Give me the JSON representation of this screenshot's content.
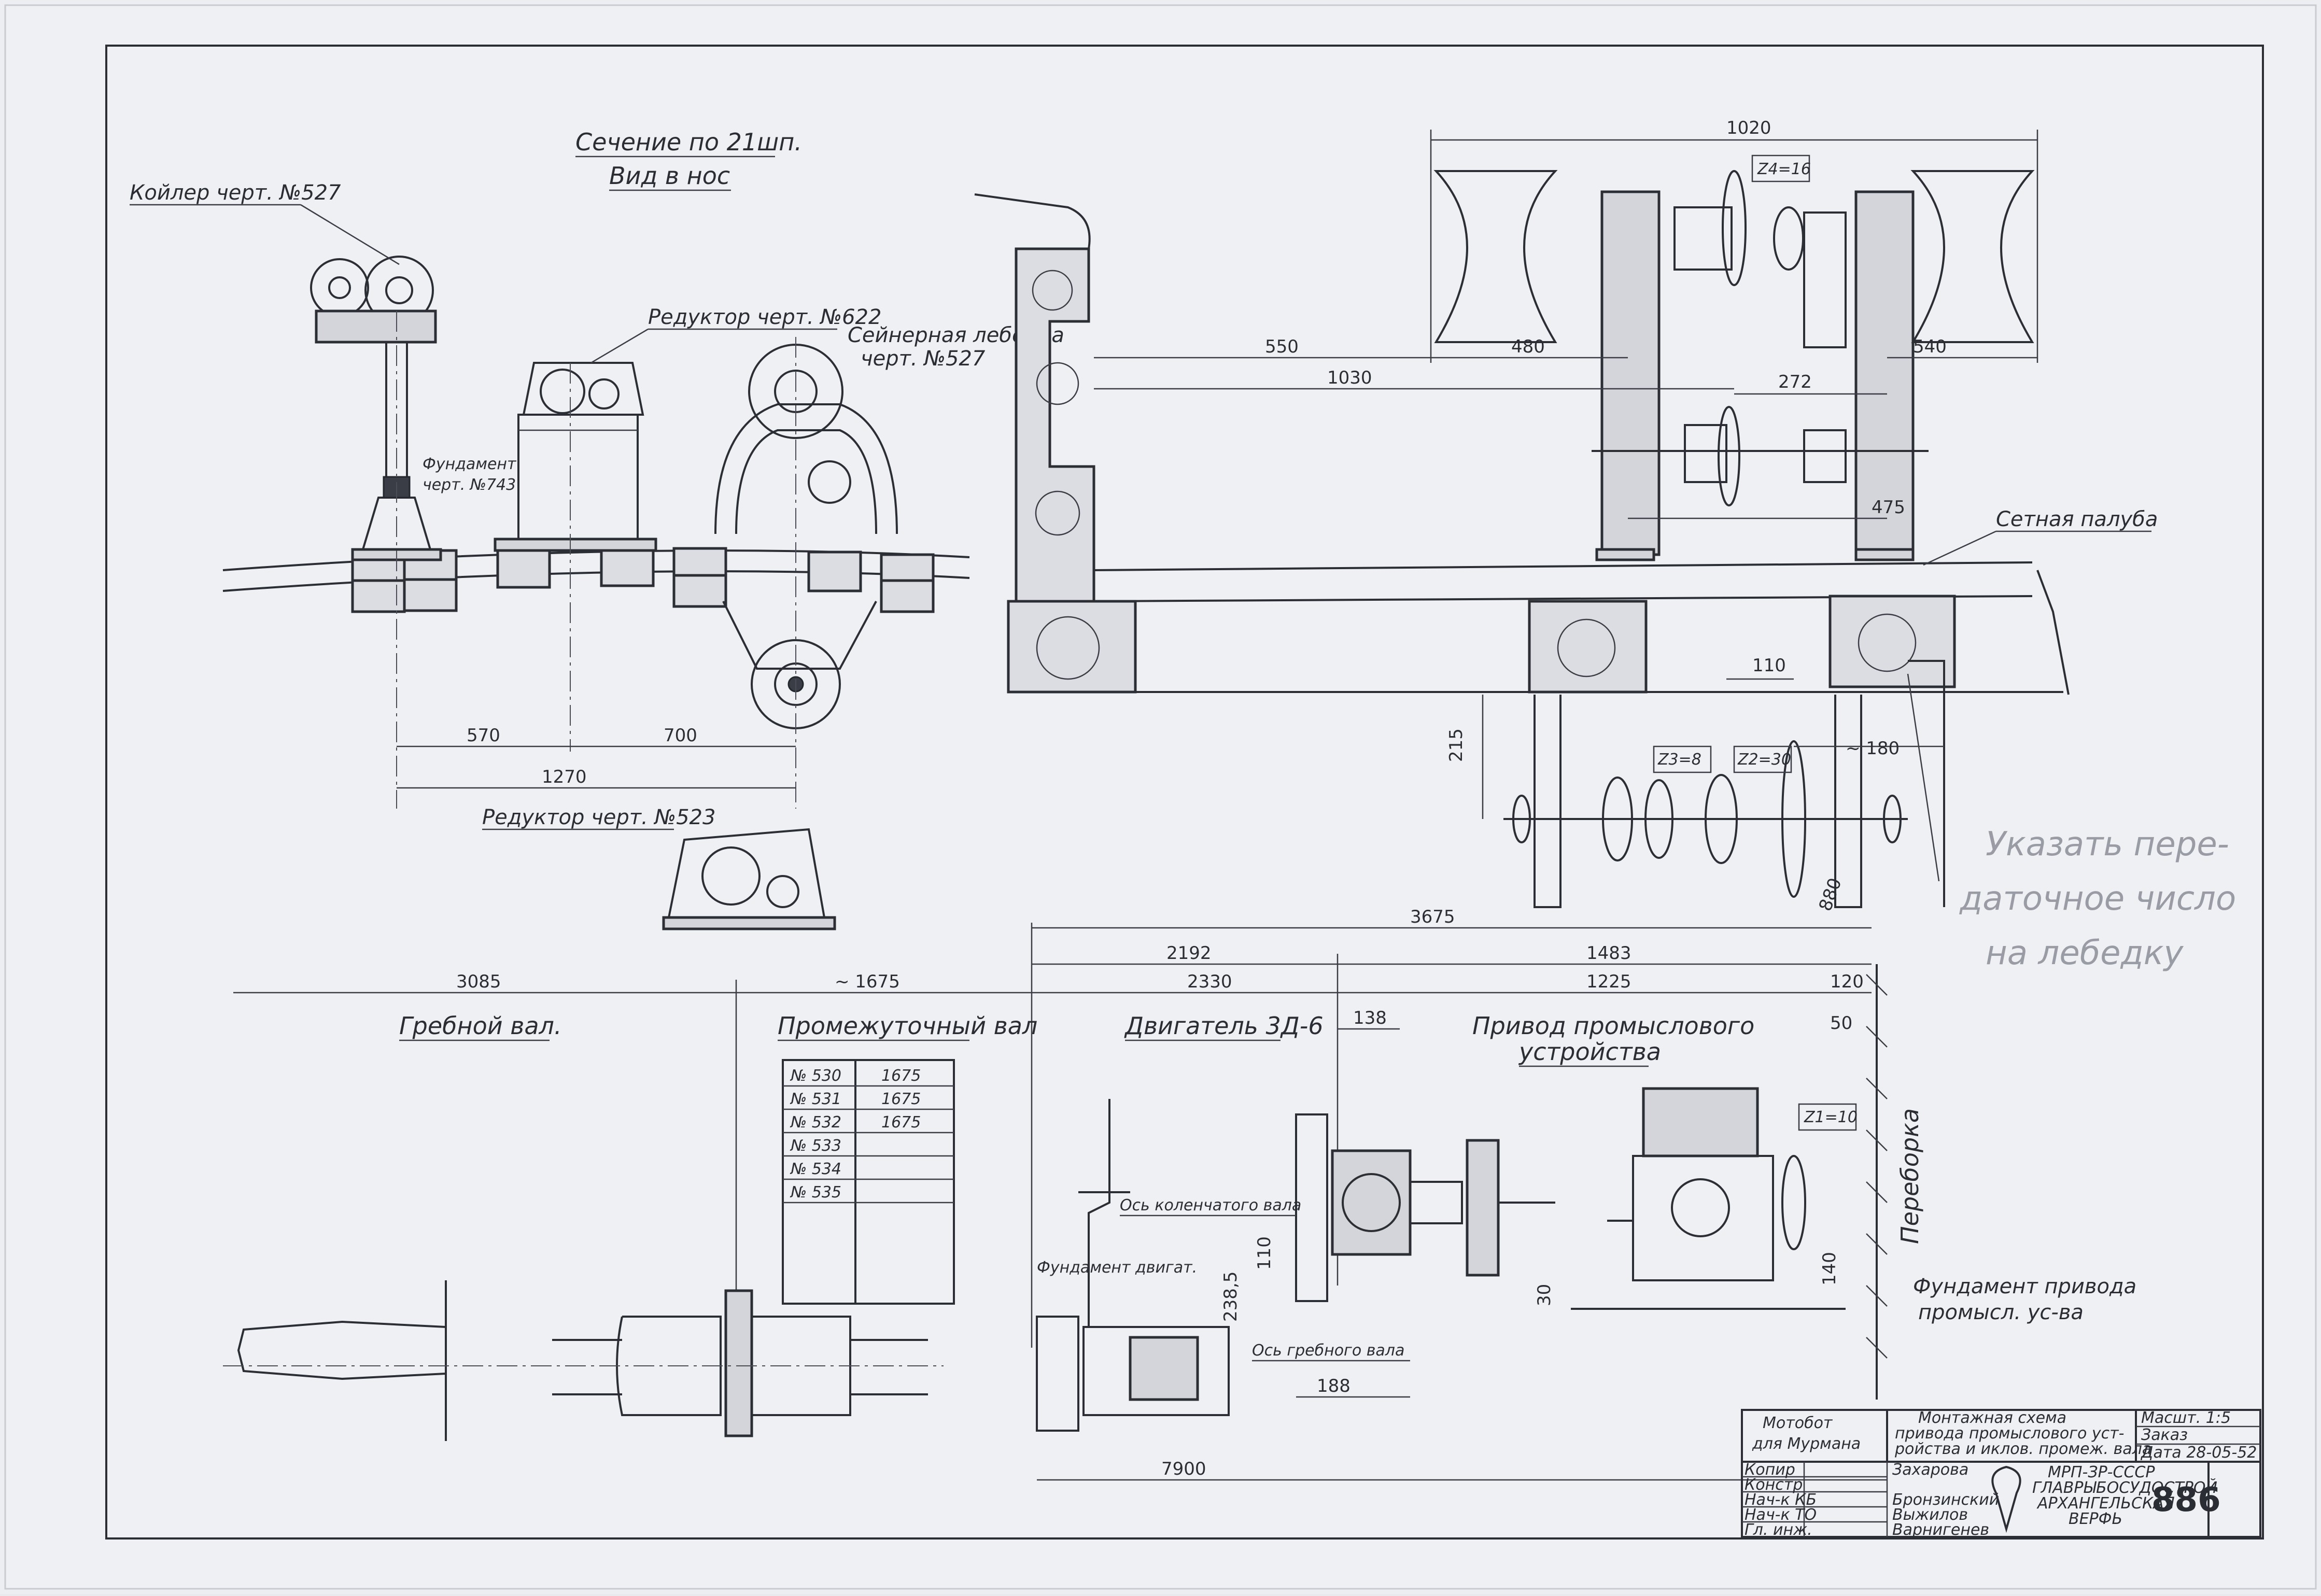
{
  "left_view": {
    "title": "Сечение по 21шп.",
    "subtitle": "Вид в нос",
    "labels": {
      "koiler": "Койлер черт. №527",
      "reduktor_622": "Редуктор черт. №622",
      "seiner_winch_1": "Сейнерная лебедка",
      "seiner_winch_2": "черт. №527",
      "fundament_1": "Фундамент",
      "fundament_2": "черт. №743",
      "reduktor_523": "Редуктор черт. №523"
    },
    "dims": {
      "d570": "570",
      "d700": "700",
      "d1270": "1270"
    }
  },
  "right_view": {
    "labels": {
      "z4": "Z4=16",
      "z3": "Z3=8",
      "z2": "Z2=30",
      "deck": "Сетная палуба"
    },
    "dims": {
      "d1020": "1020",
      "d550": "550",
      "d1030": "1030",
      "d480": "480",
      "d540": "540",
      "d272": "272",
      "d475": "475",
      "d110": "110",
      "d215": "215",
      "d180": "~ 180",
      "d880": "880"
    },
    "note": [
      "Указать пере-",
      "даточное число",
      "на лебедку"
    ]
  },
  "bottom_view": {
    "dims": {
      "d3675": "3675",
      "d2192": "2192",
      "d1483": "1483",
      "d3085": "3085",
      "d1675": "~ 1675",
      "d2330": "2330",
      "d1225": "1225",
      "d120": "120",
      "d138": "138",
      "d50": "50",
      "d110": "110",
      "d385": "238,5",
      "d140": "140",
      "d30": "30",
      "d188": "188",
      "d7900": "7900"
    },
    "labels": {
      "grebnoy": "Гребной вал.",
      "promezh": "Промежуточный вал",
      "dvigatel": "Двигатель 3Д-6",
      "privod_1": "Привод промыслового",
      "privod_2": "устройства",
      "z1": "Z1=10",
      "pereborka": "Переборка",
      "os_kolen": "Ось коленчатого вала",
      "fund_dvig": "Фундамент двигат.",
      "os_greb": "Ось гребного вала",
      "fund_priv_1": "Фундамент привода",
      "fund_priv_2": "промысл. ус-ва"
    },
    "shaft_table": [
      {
        "no": "№ 530",
        "len": "1675"
      },
      {
        "no": "№ 531",
        "len": "1675"
      },
      {
        "no": "№ 532",
        "len": "1675"
      },
      {
        "no": "№ 533",
        "len": ""
      },
      {
        "no": "№ 534",
        "len": ""
      },
      {
        "no": "№ 535",
        "len": ""
      }
    ]
  },
  "title_block": {
    "vessel_1": "Мотобот",
    "vessel_2": "для Мурмана",
    "drawing_1": "Монтажная схема",
    "drawing_2": "привода промыслового уст-",
    "drawing_3": "ройства и иклов. промеж. вала",
    "scale": "Масшт. 1:5",
    "order": "Заказ",
    "date": "Дата 28-05-52",
    "roles": [
      "Копир",
      "Констр",
      "Нач-к КБ",
      "Нач-к ТО",
      "Гл. инж."
    ],
    "names": [
      "Захарова",
      "",
      "Бронзинский",
      "Выжилов",
      "Варнигенев"
    ],
    "org": [
      "МРП-ЗР-СССР",
      "ГЛАВРЫБОСУДОСТРОЙ",
      "АРХАНГЕЛЬСКАЯ",
      "ВЕРФЬ"
    ],
    "sheet_no": "886"
  }
}
